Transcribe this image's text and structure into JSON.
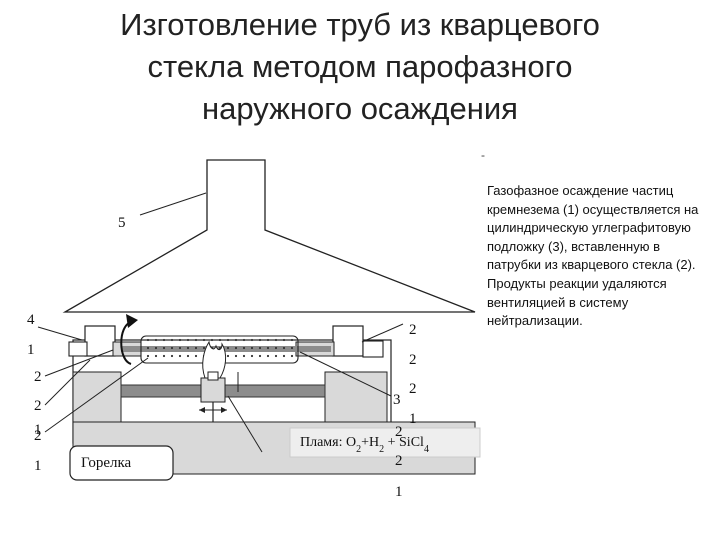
{
  "title_lines": [
    "Изготовление труб из кварцевого",
    "стекла методом парофазного",
    "наружного осаждения"
  ],
  "description": "Газофазное осаждение частиц кремнезема (1) осуществляется на цилиндрическую углеграфитовую подложку (3), вставленную в патрубки из кварцевого стекла (2). Продукты реакции удаляются вентиляцией в систему нейтрализации.",
  "side_dash": "-",
  "labels": {
    "hood": "5",
    "drive": "4",
    "substrate": "3",
    "quartz_nozzle": "2",
    "silica": "1"
  },
  "burner_label": "Горелка",
  "flame": {
    "prefix": "Пламя: O",
    "o_sub": "2",
    "plus_h": "+H",
    "h_sub": "2",
    "plus_sicl": " + SiCl",
    "cl_sub": "4"
  },
  "colors": {
    "stroke": "#222222",
    "gray_fill": "#d9d9d9",
    "rod_fill": "#8c8c8c",
    "callout_fill": "#eeeeee"
  }
}
